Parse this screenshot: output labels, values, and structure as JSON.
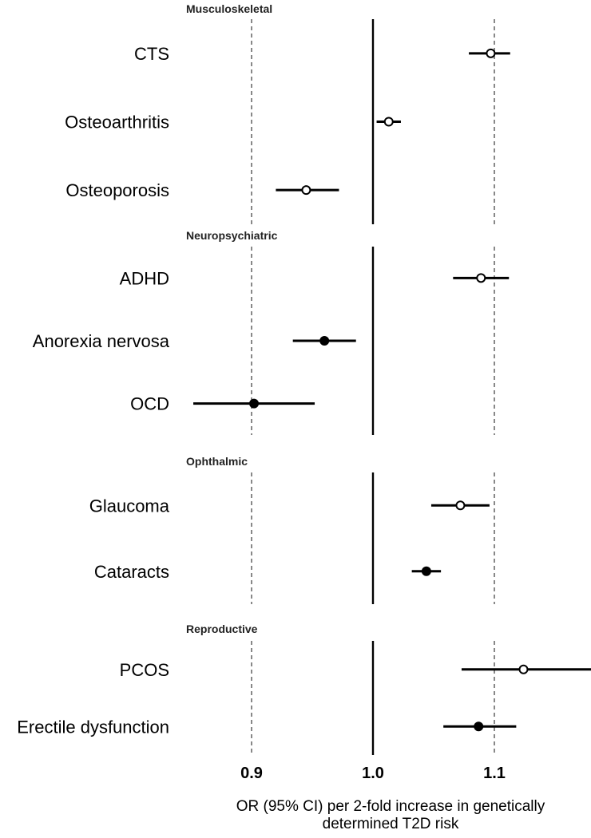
{
  "chart_data": {
    "type": "forest",
    "xlabel_lines": [
      "OR (95% CI) per 2-fold increase in genetically",
      "determined T2D risk"
    ],
    "xlim": [
      0.85,
      1.185
    ],
    "xticks": [
      0.9,
      1.0,
      1.1
    ],
    "xtick_labels": [
      "0.9",
      "1.0",
      "1.1"
    ],
    "reference_line": 1.0,
    "dashed_lines": [
      0.9,
      1.1
    ],
    "grid": false,
    "marker_legend": "none",
    "colors": {
      "ink": "#000000",
      "dashed": "#888888",
      "open_fill": "#ffffff"
    },
    "groups": [
      {
        "name": "Musculoskeletal",
        "rows": [
          {
            "label": "CTS",
            "or": 1.097,
            "lo": 1.079,
            "hi": 1.113,
            "marker": "open"
          },
          {
            "label": "Osteoarthritis",
            "or": 1.013,
            "lo": 1.003,
            "hi": 1.023,
            "marker": "open"
          },
          {
            "label": "Osteoporosis",
            "or": 0.945,
            "lo": 0.92,
            "hi": 0.972,
            "marker": "open"
          }
        ]
      },
      {
        "name": "Neuropsychiatric",
        "rows": [
          {
            "label": "ADHD",
            "or": 1.089,
            "lo": 1.066,
            "hi": 1.112,
            "marker": "open"
          },
          {
            "label": "Anorexia nervosa",
            "or": 0.96,
            "lo": 0.934,
            "hi": 0.986,
            "marker": "filled"
          },
          {
            "label": "OCD",
            "or": 0.902,
            "lo": 0.852,
            "hi": 0.952,
            "marker": "filled"
          }
        ]
      },
      {
        "name": "Ophthalmic",
        "rows": [
          {
            "label": "Glaucoma",
            "or": 1.072,
            "lo": 1.048,
            "hi": 1.096,
            "marker": "open"
          },
          {
            "label": "Cataracts",
            "or": 1.044,
            "lo": 1.032,
            "hi": 1.056,
            "marker": "filled"
          }
        ]
      },
      {
        "name": "Reproductive",
        "rows": [
          {
            "label": "PCOS",
            "or": 1.124,
            "lo": 1.073,
            "hi": 1.183,
            "marker": "open"
          },
          {
            "label": "Erectile dysfunction",
            "or": 1.087,
            "lo": 1.058,
            "hi": 1.118,
            "marker": "filled"
          }
        ]
      }
    ]
  }
}
